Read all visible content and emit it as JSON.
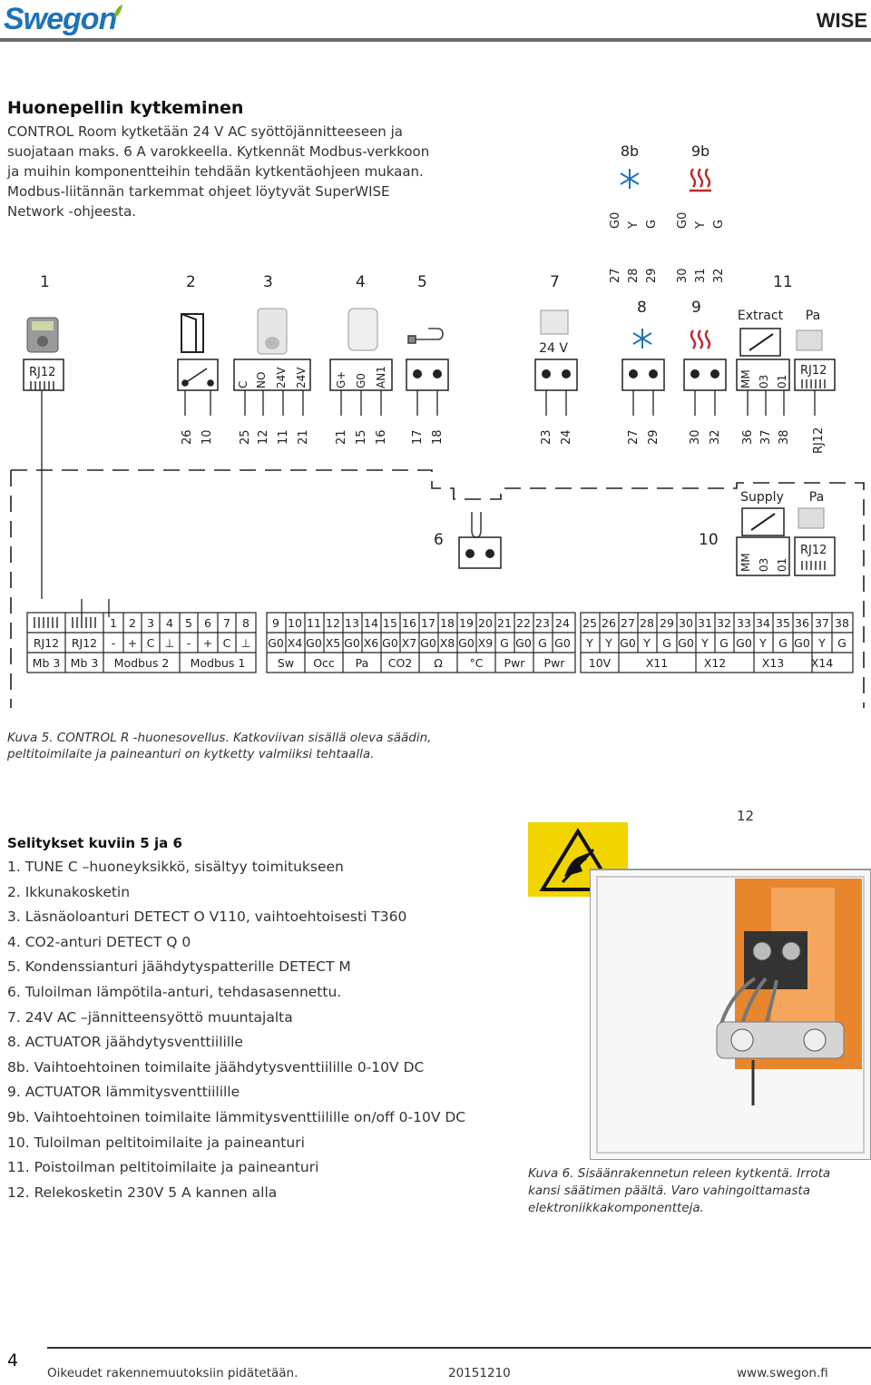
{
  "header": {
    "brand": "Swegon",
    "product": "WISE"
  },
  "section": {
    "title": "Huonepellin kytkeminen",
    "intro": "CONTROL Room kytketään 24 V AC syöttöjännitteeseen ja suojataan maks. 6 A varokkeella. Kytkennät Modbus-verkkoon ja muihin komponentteihin tehdään kytkentäohjeen mukaan. Modbus-liitännän tarkemmat ohjeet löytyvät SuperWISE Network -ohjeesta."
  },
  "diagram": {
    "top_devices": {
      "d8b": "8b",
      "d9b": "9b"
    },
    "top_terms": [
      "G0",
      "Y",
      "G",
      "G0",
      "Y",
      "G"
    ],
    "component_numbers": {
      "n1": "1",
      "n2": "2",
      "n3": "3",
      "n4": "4",
      "n5": "5",
      "n6": "6",
      "n7": "7",
      "n8": "8",
      "n9": "9",
      "n10": "10",
      "n11": "11"
    },
    "term_numbers_top": [
      "27",
      "28",
      "29",
      "30",
      "31",
      "32"
    ],
    "labels": {
      "extract": "Extract",
      "supply": "Supply",
      "pa": "Pa",
      "rj12": "RJ12",
      "v24": "24 V"
    },
    "device_pins": {
      "p3": [
        "C",
        "NO",
        "24V",
        "24V"
      ],
      "p4": [
        "G+",
        "G0",
        "AN1"
      ],
      "p11": [
        "MM",
        "03",
        "01"
      ],
      "p10": [
        "MM",
        "03",
        "01"
      ]
    },
    "bottom_terms": [
      "26",
      "10",
      "25",
      "12",
      "11",
      "21",
      "21",
      "15",
      "16",
      "17",
      "18",
      "23",
      "24",
      "27",
      "29",
      "30",
      "32",
      "36",
      "37",
      "38",
      "RJ12"
    ],
    "terminal_strip": {
      "group1_row2": [
        "RJ12",
        "RJ12"
      ],
      "group1_row3": [
        "Mb 3",
        "Mb 3"
      ],
      "group2_row1": [
        "1",
        "2",
        "3",
        "4",
        "5",
        "6",
        "7",
        "8"
      ],
      "group2_row2": [
        "-",
        "+",
        "C",
        "⊥",
        "-",
        "+",
        "C",
        "⊥"
      ],
      "group2_row3": [
        "Modbus 2",
        "Modbus 1"
      ],
      "group3_row1": [
        "9",
        "10",
        "11",
        "12",
        "13",
        "14",
        "15",
        "16",
        "17",
        "18",
        "19",
        "20",
        "21",
        "22",
        "23",
        "24"
      ],
      "group3_row2": [
        "G0",
        "X4",
        "G0",
        "X5",
        "G0",
        "X6",
        "G0",
        "X7",
        "G0",
        "X8",
        "G0",
        "X9",
        "G",
        "G0",
        "G",
        "G0"
      ],
      "group3_row3": [
        "Sw",
        "Occ",
        "Pa",
        "CO2",
        "Ω",
        "°C",
        "Pwr",
        "Pwr"
      ],
      "group4_row1": [
        "25",
        "26",
        "27",
        "28",
        "29",
        "30",
        "31",
        "32",
        "33",
        "34",
        "35",
        "36",
        "37",
        "38"
      ],
      "group4_row2": [
        "Y",
        "Y",
        "G0",
        "Y",
        "G",
        "G0",
        "Y",
        "G",
        "G0",
        "Y",
        "G",
        "G0",
        "Y",
        "G"
      ],
      "group4_row3": [
        "10V",
        "X11",
        "X12",
        "X13",
        "X14"
      ]
    }
  },
  "caption5": "Kuva 5. CONTROL R -huonesovellus. Katkoviivan sisällä oleva säädin, peltitoimilaite ja paineanturi on kytketty valmiiksi tehtaalla.",
  "legend": {
    "title": "Selitykset kuviin 5 ja 6",
    "items": [
      "1.  TUNE C –huoneyksikkö, sisältyy toimitukseen",
      "2.  Ikkunakosketin",
      "3.  Läsnäoloanturi DETECT O V110, vaihtoehtoisesti T360",
      "4.  CO2-anturi DETECT Q 0",
      "5.  Kondenssianturi jäähdytyspatterille DETECT M",
      "6.  Tuloilman lämpötila-anturi, tehdasasennettu.",
      "7.  24V AC –jännitteensyöttö muuntajalta",
      "8.  ACTUATOR jäähdytysventtiilille",
      "8b. Vaihtoehtoinen toimilaite jäähdytysventtiilille 0-10V DC",
      "9.  ACTUATOR lämmitysventtiilille",
      "9b. Vaihtoehtoinen toimilaite lämmitysventtiilille on/off 0-10V DC",
      "10. Tuloilman peltitoimilaite ja paineanturi",
      "11. Poistoilman peltitoimilaite ja paineanturi",
      "12. Relekosketin 230V 5 A kannen alla"
    ]
  },
  "figure6": {
    "number": "12",
    "caption": "Kuva 6. Sisäänrakennetun releen kytkentä. Irrota kansi säätimen päältä. Varo vahingoittamasta elektroniikkakomponentteja."
  },
  "footer": {
    "page": "4",
    "left": "Oikeudet rakennemuutoksiin pidätetään.",
    "date": "20151210",
    "url": "www.swegon.fi"
  },
  "colors": {
    "brand_blue": "#1e73b8",
    "esd_yellow": "#f2d500",
    "relay_orange": "#e8862e"
  }
}
